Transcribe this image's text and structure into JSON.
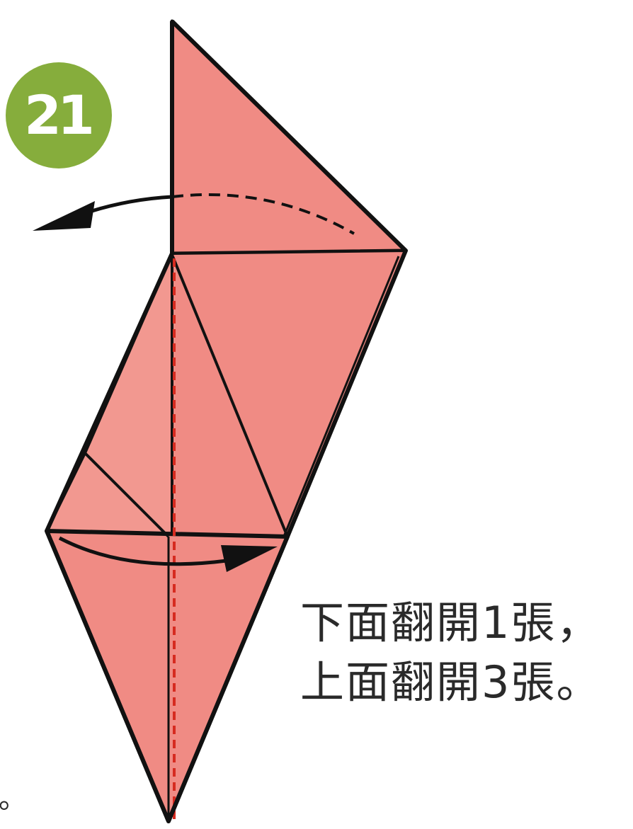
{
  "step": {
    "number": "21",
    "badge_color": "#86ad3c"
  },
  "instruction": {
    "line1": "下面翻開1張，",
    "line2": "上面翻開3張。"
  },
  "edge_mark": "。",
  "colors": {
    "paper": "#f08b84",
    "paper_light": "#f39a93",
    "outline": "#111111",
    "center_crease": "#d62b20"
  },
  "icons": [
    "arrow-left-icon",
    "arrow-right-icon"
  ]
}
